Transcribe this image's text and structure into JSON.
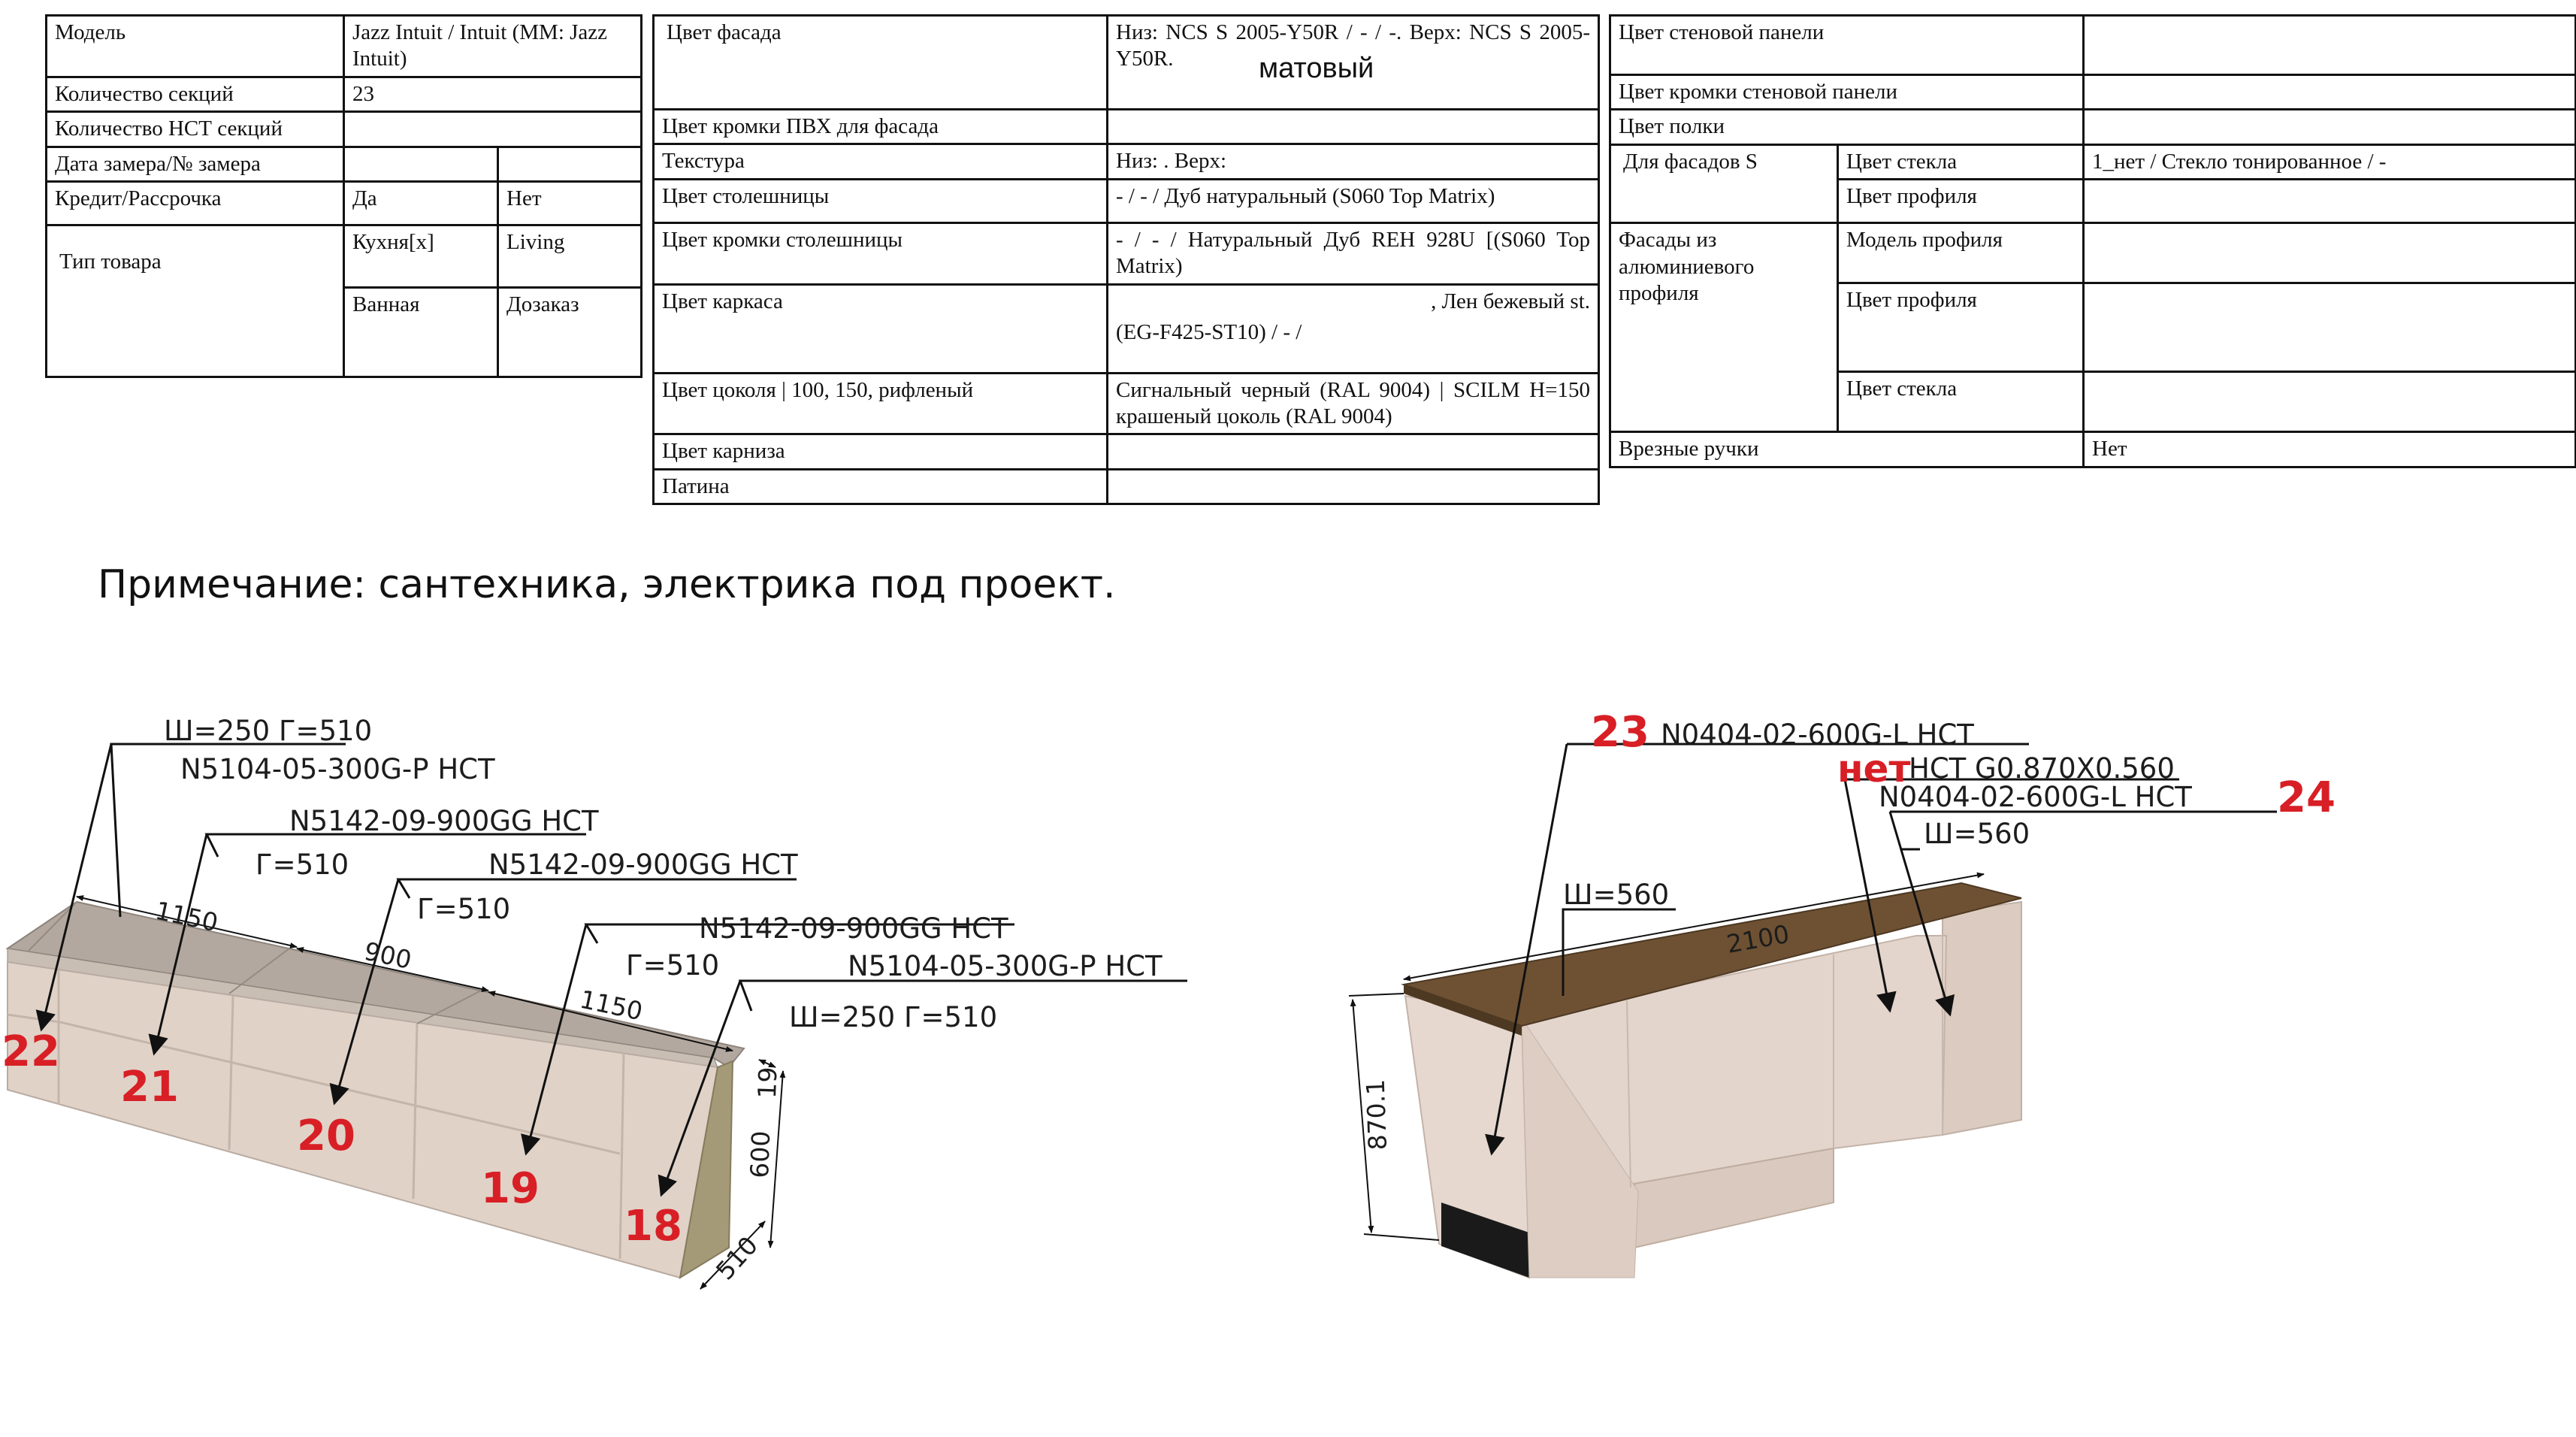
{
  "table_left": {
    "model_label": "Модель",
    "model_value": "Jazz Intuit / Intuit (MM: Jazz Intuit)",
    "sections_label": "Количество секций",
    "sections_value": "23",
    "nst_sections_label": "Количество НСТ секций",
    "nst_sections_value": "",
    "measure_label": "Дата замера/№ замера",
    "credit_label": "Кредит/Рассрочка",
    "credit_yes": "Да",
    "credit_no": "Нет",
    "product_type_label": "Тип товара",
    "type_kitchen": "Кухня[x]",
    "type_living": "Living",
    "type_bath": "Ванная",
    "type_order": "Дозаказ"
  },
  "table_middle": {
    "facade_color_label": "Цвет фасада",
    "facade_color_value": "Низ: NCS S 2005-Y50R / - / -. Верх: NCS S 2005-Y50R.",
    "facade_overlay": "матовый",
    "pvc_edge_label": "Цвет кромки ПВХ для фасада",
    "pvc_edge_value": "",
    "texture_label": "Текстура",
    "texture_value": "Низ: . Верх:",
    "countertop_label": "Цвет столешницы",
    "countertop_value": "- / - / Дуб натуральный (S060 Top Matrix)",
    "countertop_edge_label": "Цвет кромки столешницы",
    "countertop_edge_value": "- / - / Натуральный Дуб REH 928U [(S060 Top Matrix)",
    "carcass_label": "Цвет каркаса",
    "carcass_value_1": ", Лен бежевый st.",
    "carcass_value_2": "(EG-F425-ST10) / - /",
    "plinth_label": "Цвет цоколя | 100, 150, рифленый",
    "plinth_value": "Сигнальный черный (RAL 9004) | SCILM H=150 крашеный цоколь (RAL 9004)",
    "cornice_label": "Цвет карниза",
    "cornice_value": "",
    "patina_label": "Патина",
    "patina_value": ""
  },
  "table_right": {
    "wall_panel_label": "Цвет стеновой панели",
    "wall_panel_edge_label": "Цвет кромки стеновой панели",
    "shelf_label": "Цвет полки",
    "facades_s_label": "Для фасадов S",
    "glass_color_label": "Цвет стекла",
    "glass_color_value": "1_нет / Стекло тонированное / -",
    "profile_color_label": "Цвет профиля",
    "alu_facades_label": "Фасады из алюминиевого профиля",
    "profile_model_label": "Модель профиля",
    "profile_color_label_2": "Цвет профиля",
    "glass_color_label_2": "Цвет стекла",
    "cutin_handles_label": "Врезные ручки",
    "cutin_handles_value": "Нет"
  },
  "note": "Примечание: сантехника, электрика под проект.",
  "drawing_left": {
    "labels": {
      "a": "Ш=250 Г=510",
      "b": "N5104-05-300G-P НСТ",
      "c": "N5142-09-900GG НСТ",
      "d": "Г=510",
      "e": "N5142-09-900GG НСТ",
      "f": "Г=510",
      "g": "N5142-09-900GG НСТ",
      "h": "Г=510",
      "i": "N5104-05-300G-P НСТ",
      "j": "Ш=250 Г=510"
    },
    "dims": {
      "d1": "1150",
      "d2": "900",
      "d3": "1150",
      "d4": "19",
      "d5": "600",
      "d6": "510"
    },
    "numbers": {
      "n22": "22",
      "n21": "21",
      "n20": "20",
      "n19": "19",
      "n18": "18"
    }
  },
  "drawing_right": {
    "labels": {
      "a": "N0404-02-600G-L НСТ",
      "b": "НСТ G0.870X0.560",
      "c": "N0404-02-600G-L НСТ",
      "d": "Ш=560",
      "e": "Ш=560"
    },
    "dims": {
      "length": "2100",
      "height": "870.1"
    },
    "numbers": {
      "n23": "23",
      "n24": "24"
    },
    "no_text": "нет"
  },
  "colors": {
    "countertop_light": "#b3a89f",
    "cabinet_face": "#e1d2c8",
    "side_panel": "#a59a77",
    "wood_top": "#6e5133",
    "number_red": "#d81f26"
  }
}
